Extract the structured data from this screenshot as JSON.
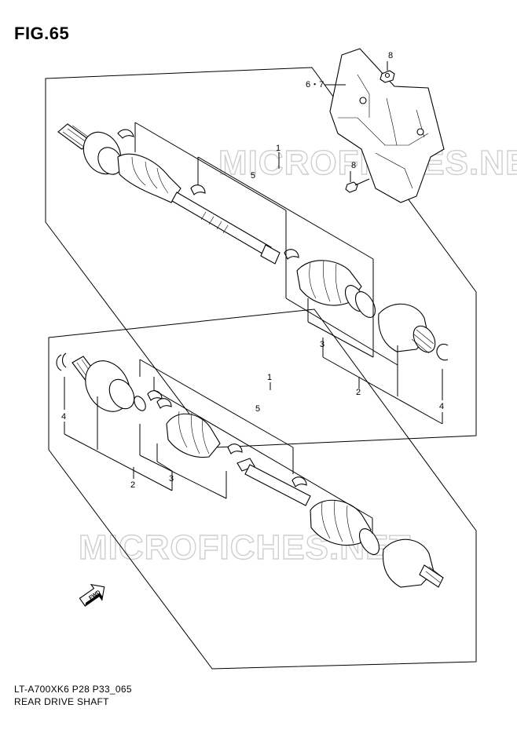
{
  "figure": {
    "title": "FIG.65",
    "model_code": "LT-A700XK6 P28 P33_065",
    "drawing_title": "REAR DRIVE SHAFT",
    "watermark": "MICROFICHES.NET",
    "fwd_label": "FWD"
  },
  "callouts": {
    "bracket_set": "6・7",
    "bolt_upper": "8",
    "bolt_lower": "8",
    "upper_shaft_assy": "1",
    "upper_boot_kit": "5",
    "upper_boot_set": "3",
    "upper_joint": "2",
    "upper_circlip": "4",
    "lower_shaft_assy": "1",
    "lower_boot_kit": "5",
    "lower_circlip": "4",
    "lower_joint": "2",
    "lower_boot_set": "3"
  },
  "colors": {
    "line": "#000000",
    "watermark": "#cfcfcf",
    "background": "#ffffff"
  }
}
